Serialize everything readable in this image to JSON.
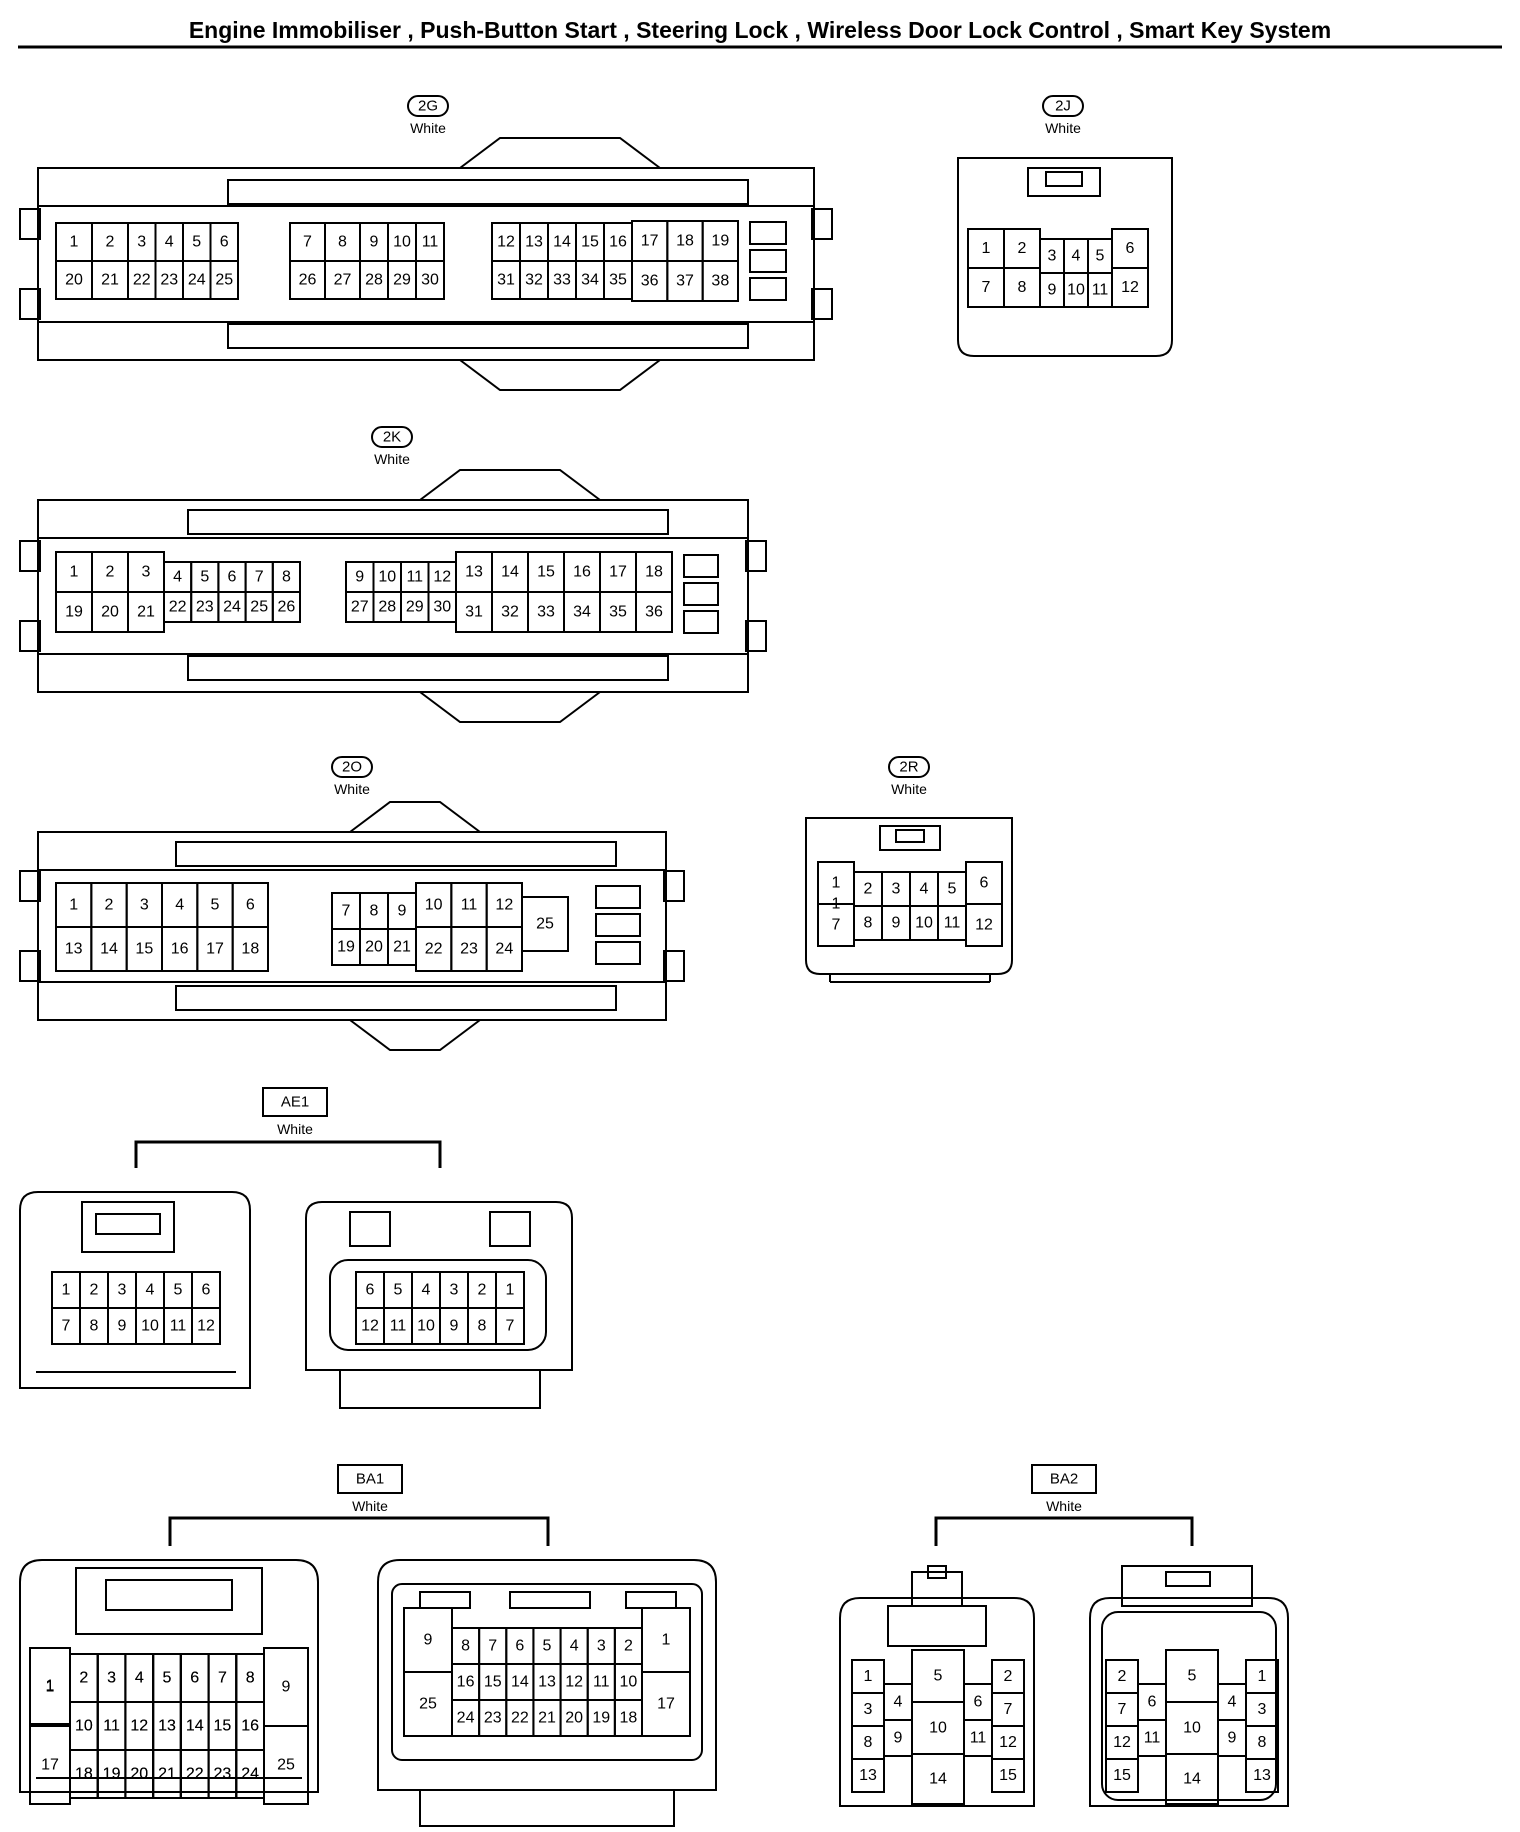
{
  "title": "Engine Immobiliser , Push-Button Start , Steering Lock , Wireless Door Lock Control , Smart Key System",
  "connectors": [
    {
      "id": "2G",
      "color": "White",
      "terminals": 38
    },
    {
      "id": "2J",
      "color": "White",
      "terminals": 12
    },
    {
      "id": "2K",
      "color": "White",
      "terminals": 36
    },
    {
      "id": "2O",
      "color": "White",
      "terminals": 25
    },
    {
      "id": "2R",
      "color": "White",
      "terminals": 12
    },
    {
      "id": "AE1",
      "color": "White",
      "terminals": 12
    },
    {
      "id": "BA1",
      "color": "White",
      "terminals": 25
    },
    {
      "id": "BA2",
      "color": "White",
      "terminals": 15
    }
  ]
}
